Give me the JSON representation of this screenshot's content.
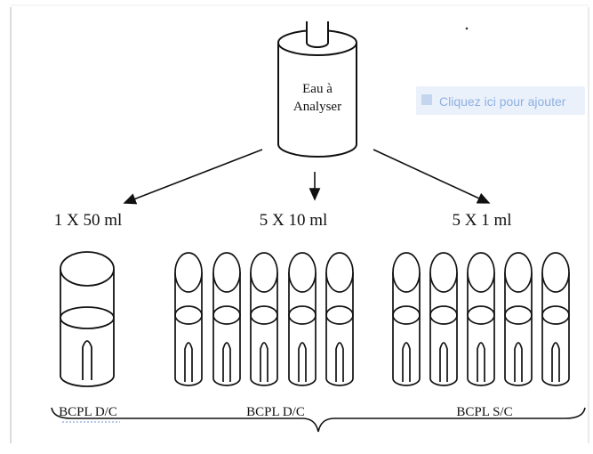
{
  "bottle": {
    "line1": "Eau à",
    "line2": "Analyser"
  },
  "volumes": [
    "1 X 50 ml",
    "5 X 10 ml",
    "5 X 1 ml"
  ],
  "media": [
    "BCPL  D/C",
    "BCPL  D/C",
    "BCPL  S/C"
  ],
  "watermark": {
    "text": "Cliquez ici pour ajouter"
  },
  "colors": {
    "ink": "#111111",
    "frame": "#e6e6e6",
    "watermark_bg": "#eaf1fb"
  }
}
